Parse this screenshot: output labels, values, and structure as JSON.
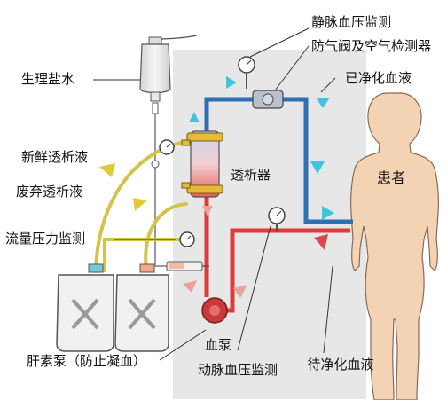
{
  "labels": {
    "saline": "生理盐水",
    "fresh_dialysate": "新鲜透析液",
    "waste_dialysate": "废弃透析液",
    "flow_pressure": "流量压力监测",
    "heparin_pump": "肝素泵（防止凝血）",
    "venous_pressure": "静脉血压监测",
    "air_detector": "防气阀及空气检测器",
    "purified_blood": "已净化血液",
    "dialyzer": "透析器",
    "patient": "患者",
    "blood_pump": "血泵",
    "arterial_pressure": "动脉血压监测",
    "blood_to_purify": "待净化血液"
  },
  "colors": {
    "venous_line": "#2f6fb5",
    "arterial_line": "#e23a3a",
    "dialysate_line": "#d6c14a",
    "arrow_cyan": "#3fc4de",
    "arrow_yellow": "#e2c93a",
    "arrow_red": "#d9484e",
    "arrow_pink": "#e6a4a0",
    "skin": "#f4d2b4",
    "machine": "#e7e7e7"
  }
}
